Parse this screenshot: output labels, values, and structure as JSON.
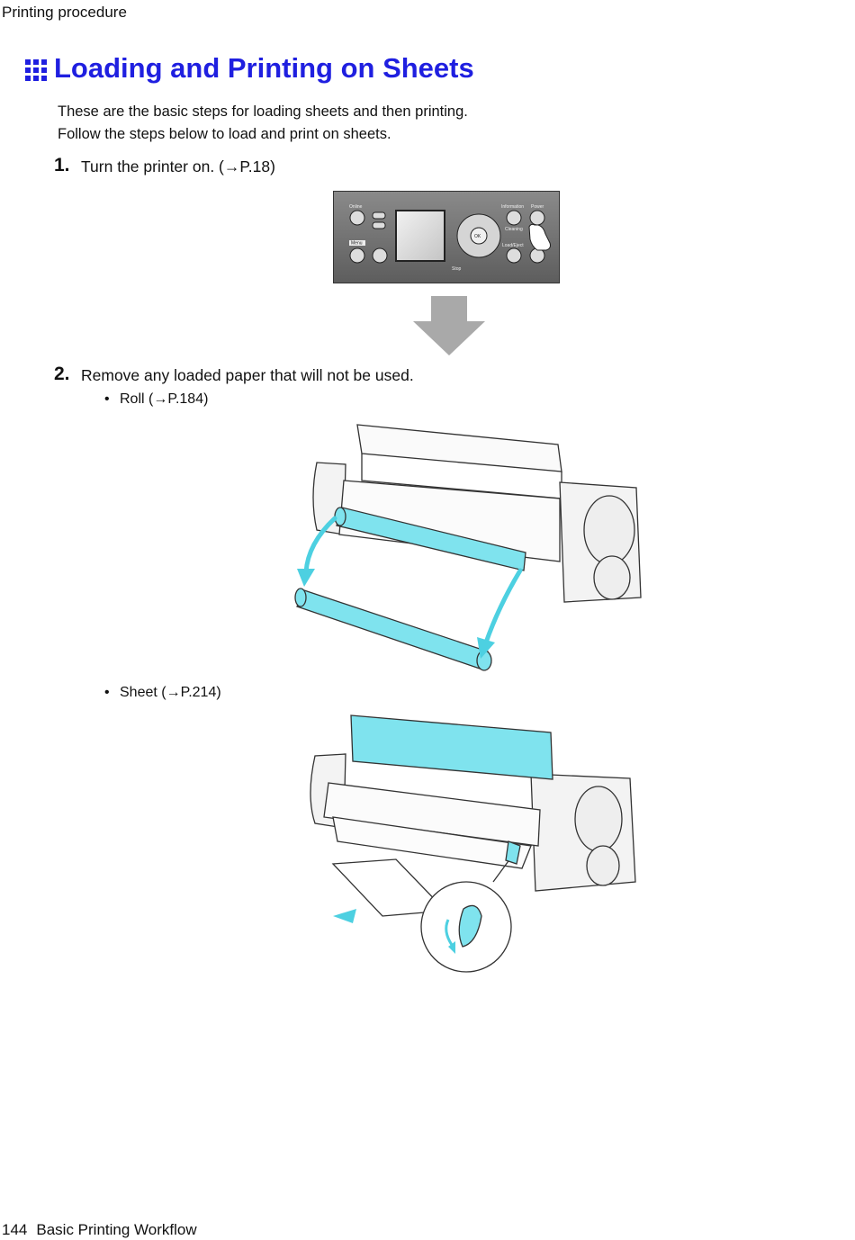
{
  "header": {
    "running_head": "Printing procedure"
  },
  "title": "Loading and Printing on Sheets",
  "intro": [
    "These are the basic steps for loading sheets and then printing.",
    "Follow the steps below to load and print on sheets."
  ],
  "steps": [
    {
      "number": "1.",
      "text": "Turn the printer on.  (→P.18)"
    },
    {
      "number": "2.",
      "text": "Remove any loaded paper that will not be used."
    }
  ],
  "bullets": [
    {
      "text": "Roll (→P.184)"
    },
    {
      "text": "Sheet (→P.214)"
    }
  ],
  "panel_labels": {
    "online": "Online",
    "menu": "Menu",
    "ok": "OK",
    "information": "Information",
    "power": "Power",
    "cleaning": "Cleaning",
    "load_eject": "Load/Eject",
    "stop": "Stop"
  },
  "colors": {
    "title": "#1f1fe0",
    "highlight": "#7fe3ee",
    "arrow": "#a9a9a9",
    "panel": "#6f6f6f"
  },
  "footer": {
    "page_number": "144",
    "section": "Basic Printing Workflow"
  }
}
